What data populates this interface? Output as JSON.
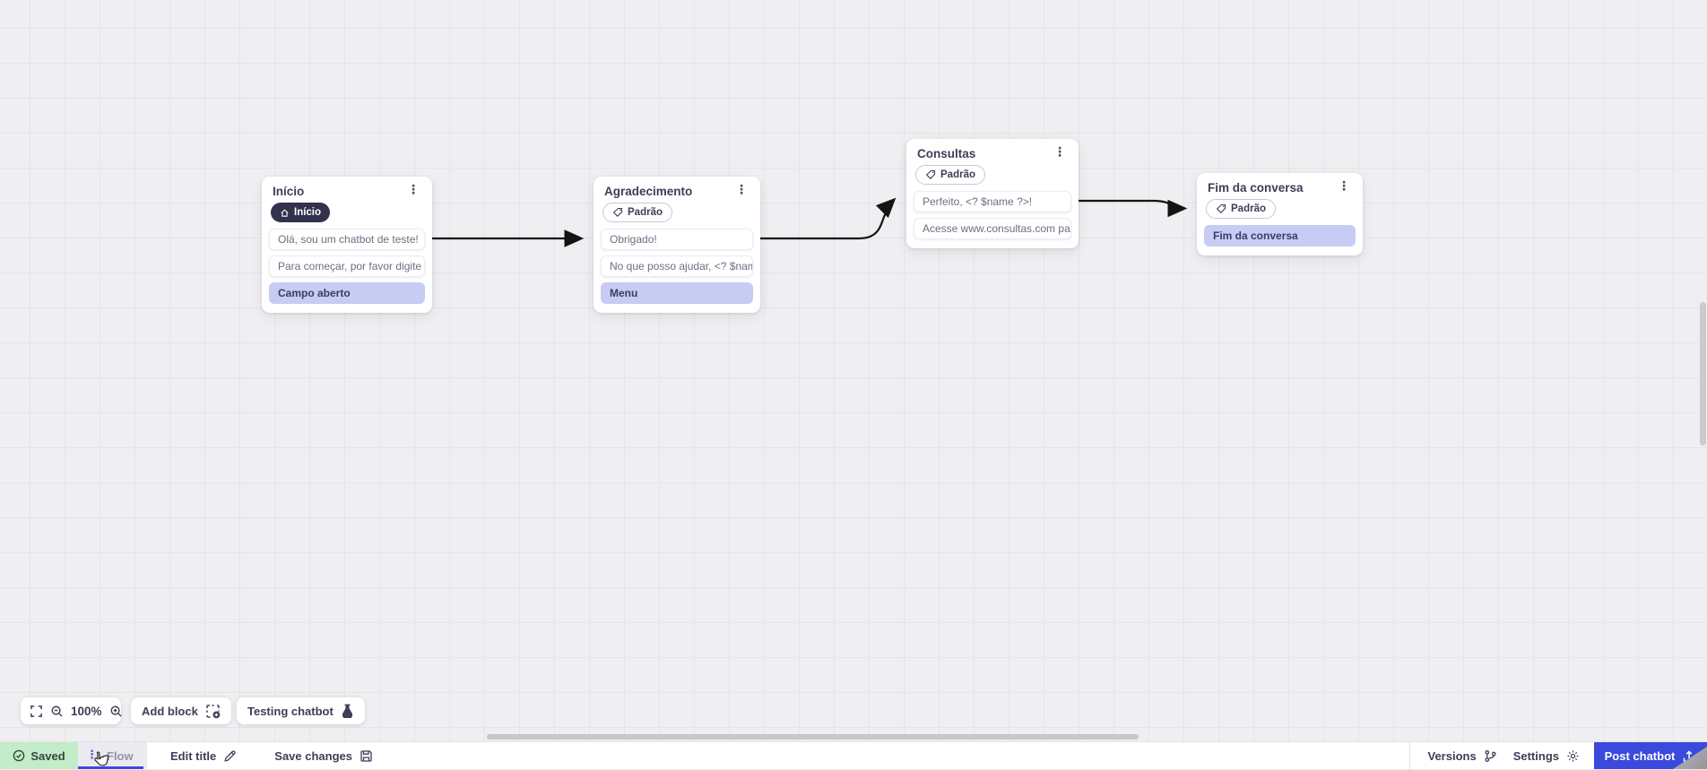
{
  "canvas": {
    "zoom_level": "100%",
    "nodes": [
      {
        "title": "Início",
        "badge": {
          "icon": "home-icon",
          "label": "Início",
          "variant": "dark"
        },
        "items": [
          {
            "text": "Olá, sou um chatbot de teste!",
            "kind": "message"
          },
          {
            "text": "Para começar, por favor digite o ...",
            "kind": "message"
          },
          {
            "text": "Campo aberto",
            "kind": "input"
          }
        ]
      },
      {
        "title": "Agradecimento",
        "badge": {
          "icon": "tag-icon",
          "label": "Padrão",
          "variant": "outline"
        },
        "items": [
          {
            "text": "Obrigado!",
            "kind": "message"
          },
          {
            "text": "No que posso ajudar, <? $name ...",
            "kind": "message"
          },
          {
            "text": "Menu",
            "kind": "input"
          }
        ]
      },
      {
        "title": "Consultas",
        "badge": {
          "icon": "tag-icon",
          "label": "Padrão",
          "variant": "outline"
        },
        "items": [
          {
            "text": "Perfeito, <? $name ?>!",
            "kind": "message"
          },
          {
            "text": "Acesse www.consultas.com par...",
            "kind": "message"
          }
        ]
      },
      {
        "title": "Fim da conversa",
        "badge": {
          "icon": "tag-icon",
          "label": "Padrão",
          "variant": "outline"
        },
        "items": [
          {
            "text": "Fim da conversa",
            "kind": "input"
          }
        ]
      }
    ],
    "connections": [
      {
        "from": "Início",
        "to": "Agradecimento"
      },
      {
        "from": "Agradecimento",
        "to": "Consultas"
      },
      {
        "from": "Consultas",
        "to": "Fim da conversa"
      }
    ]
  },
  "toolbar": {
    "zoom_level": "100%",
    "add_block_label": "Add block",
    "testing_chatbot_label": "Testing chatbot"
  },
  "statusbar": {
    "saved_label": "Saved",
    "flow_tab_label": "Flow",
    "edit_title_label": "Edit title",
    "save_changes_label": "Save changes",
    "versions_label": "Versions",
    "settings_label": "Settings",
    "post_chatbot_label": "Post chatbot"
  },
  "colors": {
    "accent_blue": "#3b49dc",
    "saved_green_bg": "#c3ecc9",
    "node_action_lavender": "#c6ccf3",
    "dark_badge": "#32324e",
    "canvas_bg": "#efeef1",
    "edge_black": "#141414"
  }
}
